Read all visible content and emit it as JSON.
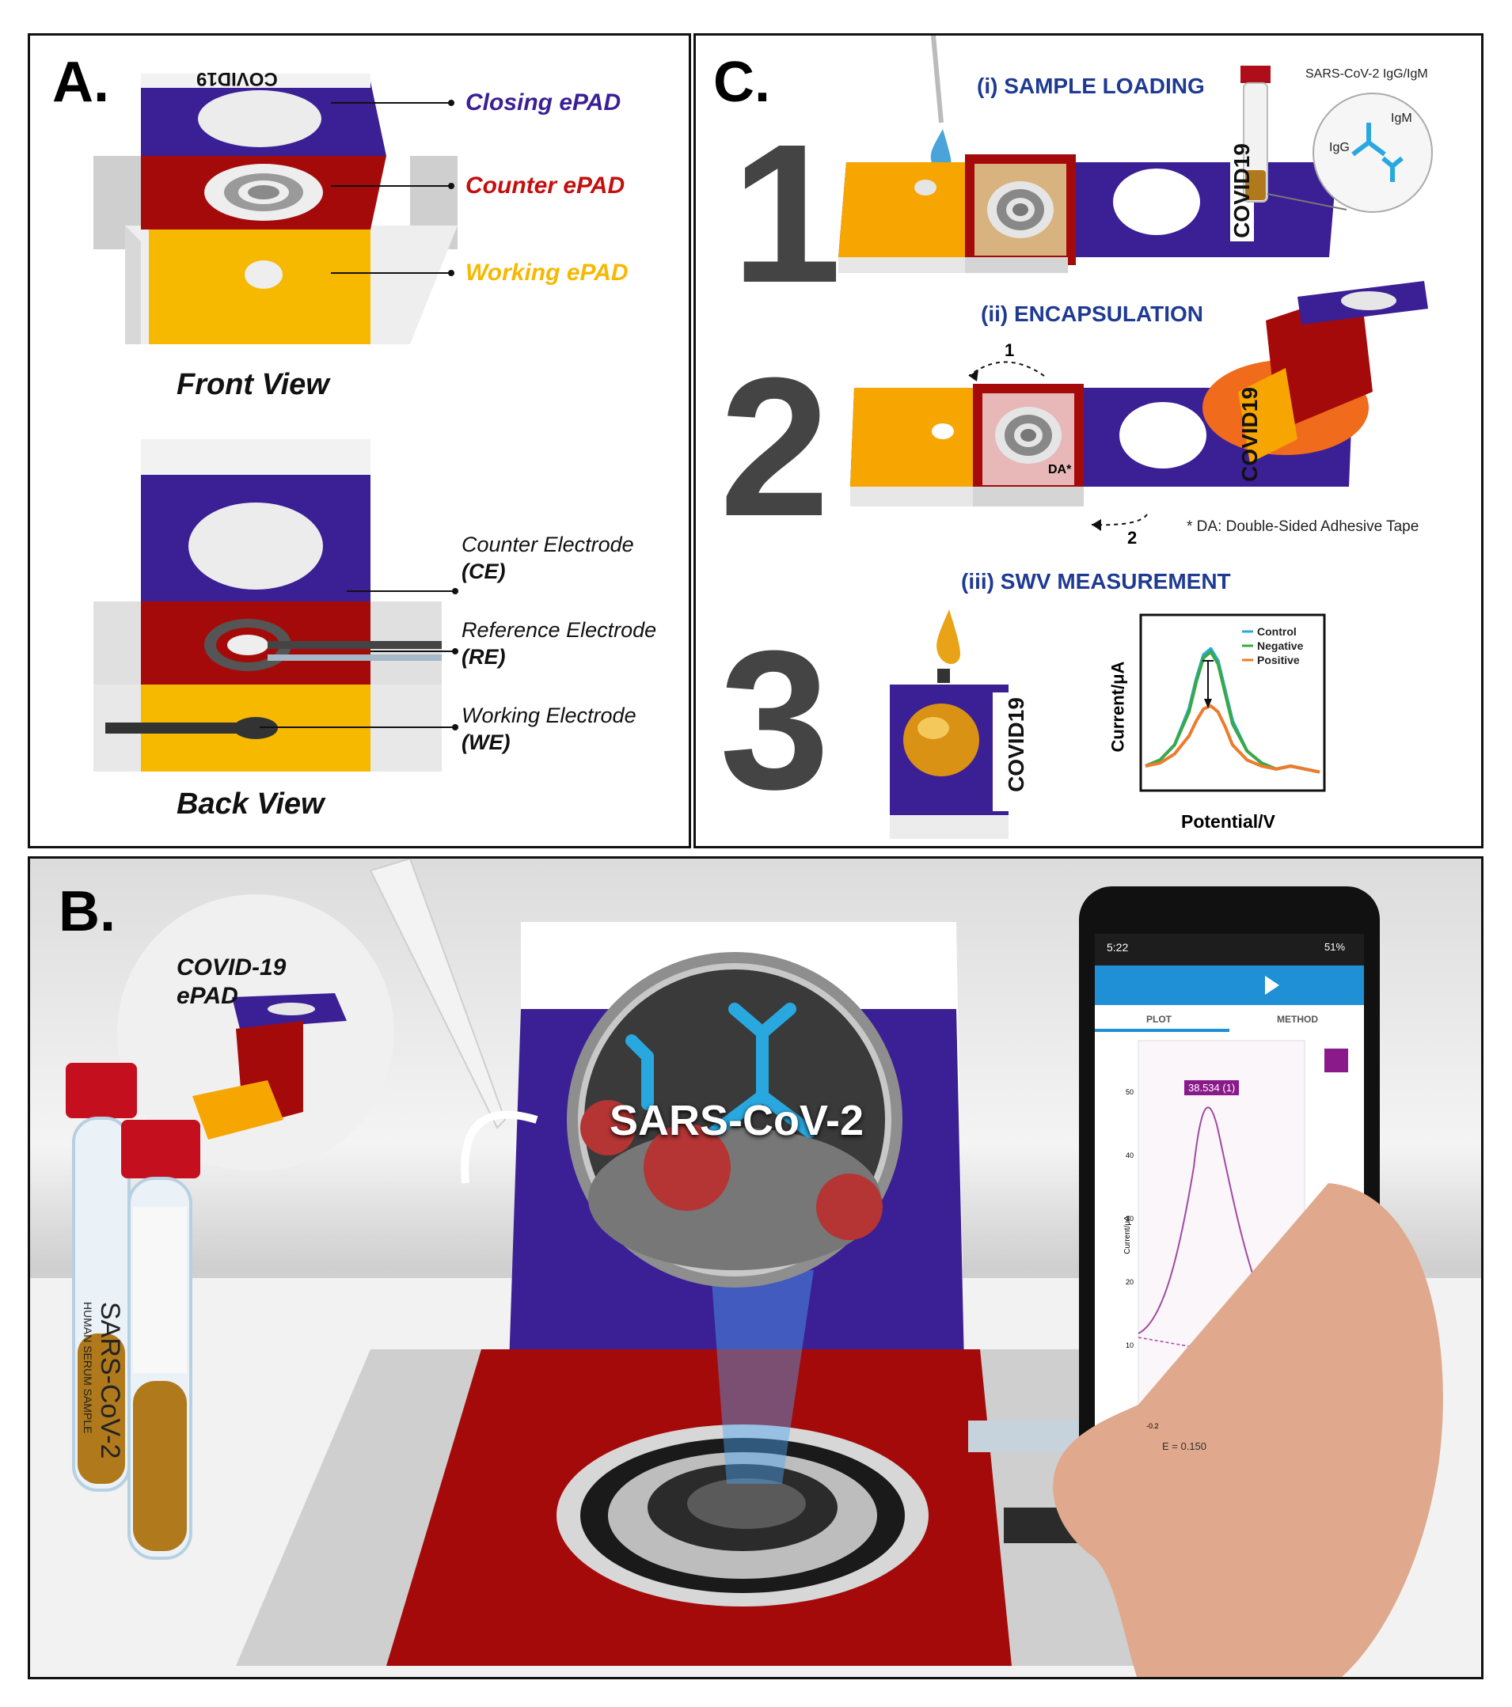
{
  "panelA": {
    "label": "A.",
    "layers": {
      "closing": "Closing ePAD",
      "counter": "Counter ePAD",
      "working": "Working ePAD"
    },
    "chip_text": "COVID19",
    "front_view": "Front View",
    "back_view": "Back View",
    "electrodes": {
      "ce_name": "Counter Electrode",
      "ce_abbr": "(CE)",
      "re_name": "Reference Electrode",
      "re_abbr": "(RE)",
      "we_name": "Working Electrode",
      "we_abbr": "(WE)"
    }
  },
  "panelC": {
    "label": "C.",
    "step1_number": "1",
    "step1_title": "(i) SAMPLE  LOADING",
    "tube_label": "SARS-CoV-2 IgG/IgM",
    "igm": "IgM",
    "igg": "IgG",
    "chip_text": "COVID19",
    "step2_number": "2",
    "step2_title": "(ii) ENCAPSULATION",
    "arrow1": "1",
    "arrow2": "2",
    "da_tag": "DA*",
    "da_note": "* DA: Double-Sided Adhesive Tape",
    "step3_number": "3",
    "step3_title": "(iii) SWV MEASUREMENT",
    "chart_ylabel": "Current/μA",
    "chart_xlabel": "Potential/V"
  },
  "panelB": {
    "label": "B.",
    "epad_label_1": "COVID-19",
    "epad_label_2": "ePAD",
    "virus_label": "SARS-CoV-2",
    "tube_name": "SARS-CoV-2",
    "tube_sub": "HUMAN SERUM SAMPLE",
    "phone": {
      "time": "5:22",
      "battery": "51%",
      "tab_plot": "PLOT",
      "tab_method": "METHOD",
      "peak": "38.534 (1)",
      "ylabel": "Current/μA",
      "yticks": [
        "50",
        "40",
        "30",
        "20",
        "10"
      ],
      "xtick": "-0.2",
      "footer": "E = 0.150"
    }
  },
  "colors": {
    "purple": "#3b1f95",
    "red": "#a50a0a",
    "orange": "#f7a500",
    "blue_text": "#1f3a93"
  },
  "chart_data": {
    "type": "line",
    "series": [
      {
        "name": "Control",
        "color": "#29a8e0",
        "x": [
          -0.6,
          -0.5,
          -0.4,
          -0.3,
          -0.25,
          -0.2,
          -0.15,
          -0.1,
          -0.05,
          0.0,
          0.1,
          0.2,
          0.3,
          0.4,
          0.5,
          0.6
        ],
        "y": [
          5,
          7,
          12,
          24,
          34,
          42,
          44,
          40,
          30,
          20,
          10,
          6,
          4,
          5,
          4,
          3
        ]
      },
      {
        "name": "Negative",
        "color": "#3aa845",
        "x": [
          -0.6,
          -0.5,
          -0.4,
          -0.3,
          -0.25,
          -0.2,
          -0.15,
          -0.1,
          -0.05,
          0.0,
          0.1,
          0.2,
          0.3,
          0.4,
          0.5,
          0.6
        ],
        "y": [
          5,
          7,
          12,
          23,
          33,
          41,
          43,
          39,
          29,
          19,
          10,
          6,
          4,
          5,
          4,
          3
        ]
      },
      {
        "name": "Positive",
        "color": "#ee7b2c",
        "x": [
          -0.6,
          -0.5,
          -0.4,
          -0.3,
          -0.25,
          -0.2,
          -0.15,
          -0.1,
          -0.05,
          0.0,
          0.1,
          0.2,
          0.3,
          0.4,
          0.5,
          0.6
        ],
        "y": [
          5,
          6,
          9,
          15,
          20,
          24,
          25,
          23,
          18,
          12,
          7,
          5,
          4,
          5,
          4,
          3
        ]
      }
    ],
    "xlabel": "Potential/V",
    "ylabel": "Current/μA",
    "xlim": [
      -0.6,
      0.6
    ],
    "ylim": [
      0,
      50
    ],
    "legend": "top-right"
  }
}
